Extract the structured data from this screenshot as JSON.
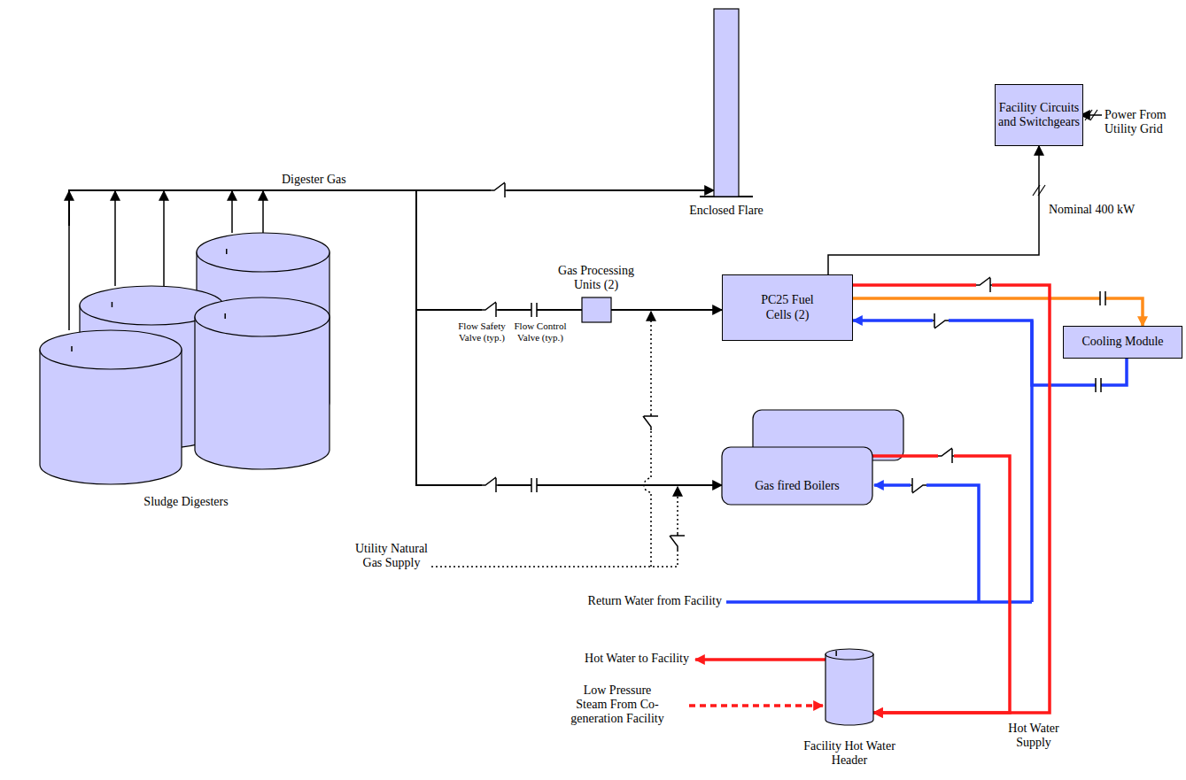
{
  "diagram": {
    "nodes": [
      {
        "text": [
          "Sludge Digesters"
        ]
      },
      {
        "text": [
          "Enclosed Flare"
        ]
      },
      {
        "text": [
          "Facility Circuits and Switchgears"
        ]
      },
      {
        "text": [
          "Gas Processing Units (2)"
        ]
      },
      {
        "text": [
          "PC25 Fuel Cells (2)"
        ]
      },
      {
        "text": [
          "Cooling Module"
        ]
      },
      {
        "text": [
          "Gas fired Boilers"
        ]
      },
      {
        "text": [
          "Facility Hot Water Header"
        ]
      }
    ],
    "edges": [
      {
        "from": 0,
        "to": 1,
        "arrow": "to",
        "label": "Digester Gas"
      },
      {
        "from": 0,
        "to": 3,
        "arrow": "none"
      },
      {
        "from": 3,
        "to": 4,
        "arrow": "to"
      },
      {
        "from": 0,
        "to": 6,
        "arrow": "to"
      },
      {
        "from": 4,
        "to": 2,
        "arrow": "to",
        "label": "Nominal 400 kW"
      },
      {
        "from": 4,
        "to": 5,
        "arrow": "to"
      },
      {
        "from": 5,
        "to": 4,
        "arrow": "to"
      },
      {
        "from": 4,
        "to": 7,
        "arrow": "to"
      },
      {
        "from": 6,
        "to": 7,
        "arrow": "to"
      }
    ],
    "labels": [
      "Power From Utility Grid",
      "Flow Safety Valve (typ.)",
      "Flow Control Valve (typ.)",
      "Utility Natural Gas Supply",
      "Return Water from Facility",
      "Hot Water to Facility",
      "Low Pressure Steam From Co-generation Facility",
      "Hot Water Supply"
    ]
  }
}
